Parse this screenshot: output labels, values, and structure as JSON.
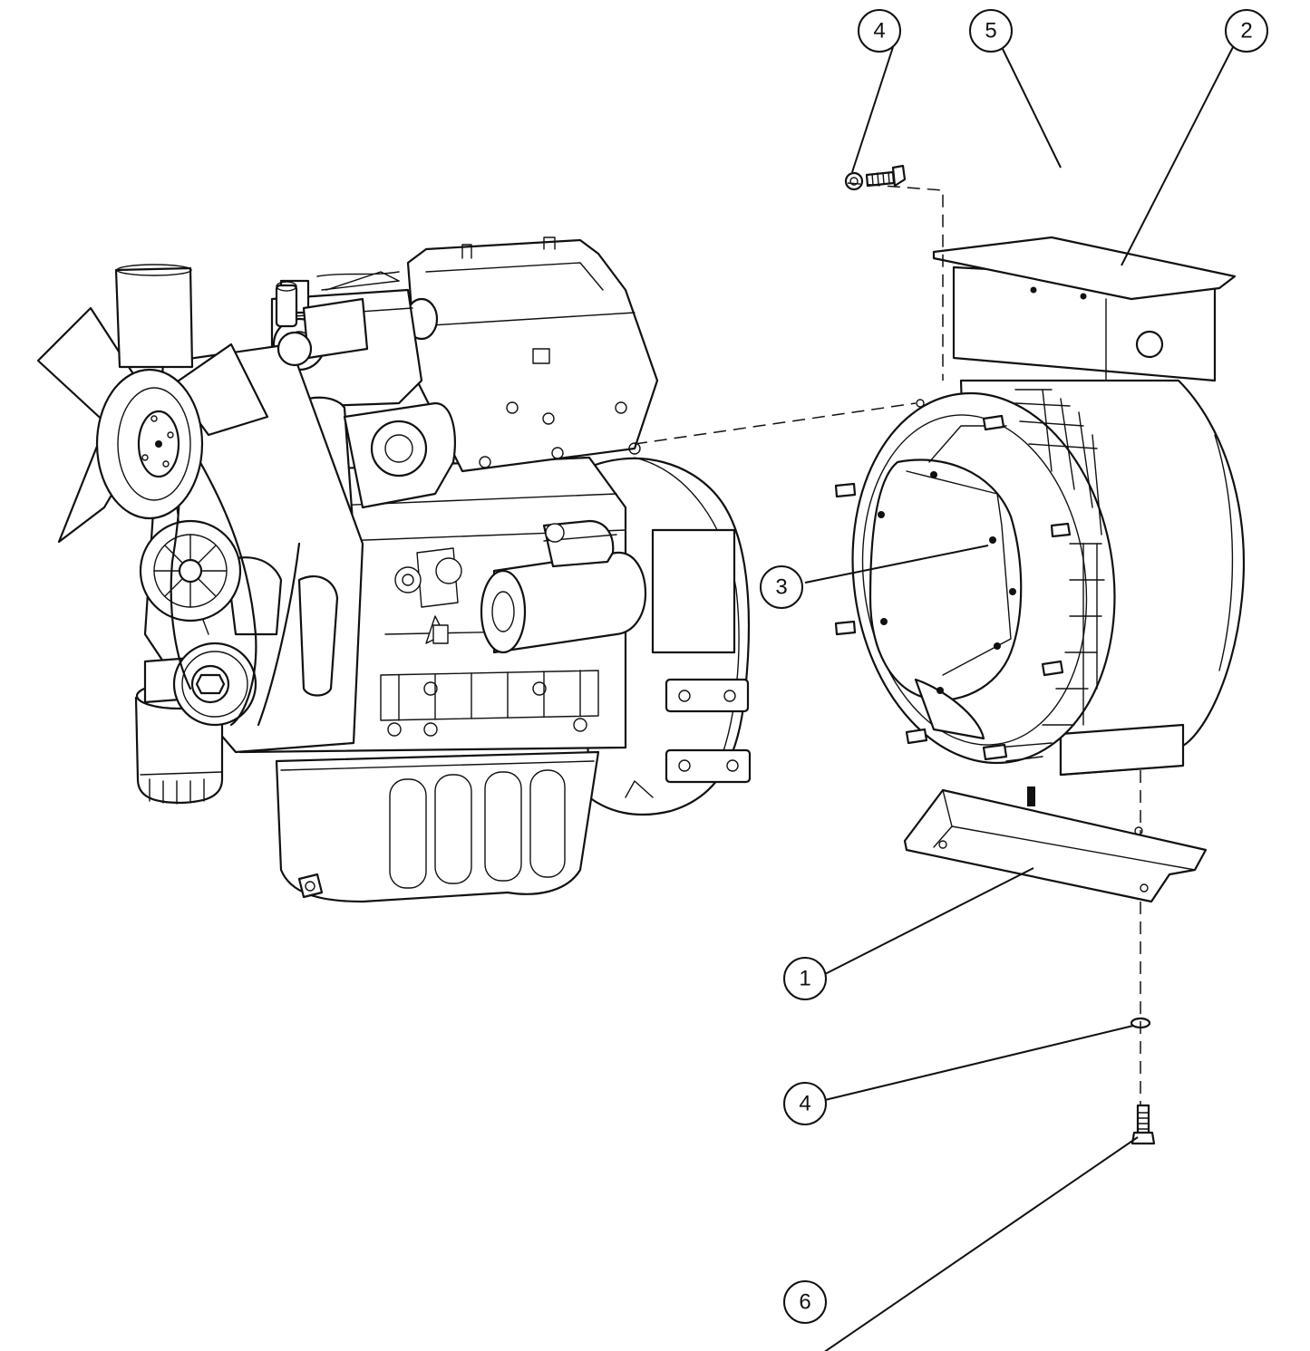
{
  "callouts": [
    {
      "id": "c4-top",
      "label": "4"
    },
    {
      "id": "c5-top",
      "label": "5"
    },
    {
      "id": "c2-top",
      "label": "2"
    },
    {
      "id": "c3-mid",
      "label": "3"
    },
    {
      "id": "c1-mid",
      "label": "1"
    },
    {
      "id": "c4-bot",
      "label": "4"
    },
    {
      "id": "c6-bot",
      "label": "6"
    }
  ]
}
